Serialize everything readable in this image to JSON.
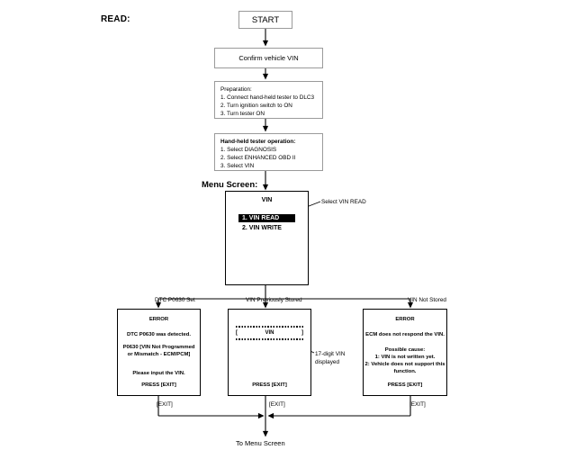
{
  "page": {
    "section_label": "READ:",
    "menu_screen_label": "Menu Screen:",
    "footer_label": "To Menu Screen"
  },
  "flow": {
    "start": {
      "label": "START"
    },
    "confirm": {
      "label": "Confirm vehicle VIN"
    },
    "preparation": {
      "heading": "Preparation:",
      "steps": [
        "1. Connect hand-held tester to DLC3",
        "2. Turn ignition switch to ON",
        "3. Turn tester ON"
      ]
    },
    "tester_operation": {
      "heading": "Hand-held tester operation:",
      "steps": [
        "1. Select DIAGNOSIS",
        "2. Select ENHANCED OBD II",
        "3. Select VIN"
      ]
    }
  },
  "menu_screen": {
    "title": "VIN",
    "items": [
      {
        "label": "1. VIN READ",
        "selected": true
      },
      {
        "label": "2. VIN WRITE",
        "selected": false
      }
    ],
    "annotation": "Select VIN READ"
  },
  "branches": [
    {
      "condition": "DTC P0630 Set",
      "exit_label": "[EXIT]"
    },
    {
      "condition": "VIN Previously Stored",
      "exit_label": "[EXIT]"
    },
    {
      "condition": "VIN Not Stored",
      "exit_label": "[EXIT]"
    }
  ],
  "screens": {
    "dtc_error": {
      "title": "ERROR",
      "lines": [
        "DTC P0630 was detected.",
        "P0630  [VIN Not Programmed",
        "or Mismatch - ECM/PCM]",
        "Please input the VIN."
      ],
      "press": "PRESS [EXIT]"
    },
    "vin_stored": {
      "bracket_open": "[",
      "value": "VIN",
      "bracket_close": "]",
      "press": "PRESS [EXIT]",
      "annotation_line1": "17-digit VIN",
      "annotation_line2": "displayed"
    },
    "not_stored_error": {
      "title": "ERROR",
      "lines": [
        "ECM does not respond the VIN.",
        "Possible cause:",
        "1: VIN is not written yet.",
        "2: Vehicle does not support this",
        "function."
      ],
      "press": "PRESS [EXIT]"
    }
  },
  "colors": {
    "line": "#000000",
    "thin_border": "#9a9a9a",
    "background": "#ffffff",
    "highlight_bg": "#000000",
    "highlight_fg": "#ffffff"
  }
}
